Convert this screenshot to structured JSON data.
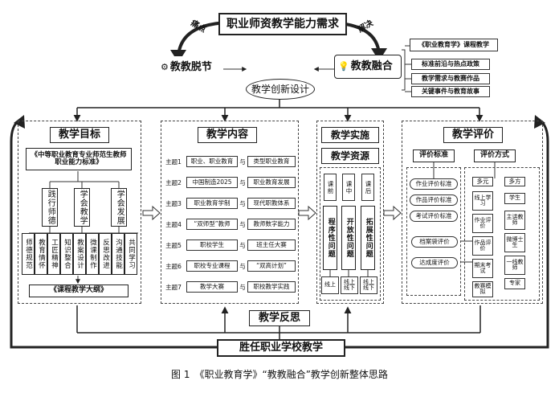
{
  "top": {
    "title": "职业师资教学能力需求",
    "left_arrow_label": "痛点",
    "right_arrow_label": "解决",
    "left_item": "教教脱节",
    "right_item": "教教融合",
    "center": "教学创新设计"
  },
  "right_list": [
    "《职业教育学》课程教学",
    "标准前沿与热点政策",
    "教学需求与教赛作品",
    "关键事件与教育故事"
  ],
  "goals": {
    "title": "教学目标",
    "standard": "《中等职业教育专业师范生教师职业能力标准》",
    "sub": [
      "践行师德",
      "学会教学",
      "学会发展"
    ],
    "leaves": [
      "师德规范",
      "教育情怀",
      "工匠精神",
      "知识整合",
      "教案设计",
      "微课制作",
      "反思改进",
      "沟通技能",
      "共同学习"
    ],
    "outline": "《课程教学大纲》"
  },
  "content": {
    "title": "教学内容",
    "rows": [
      {
        "theme": "主题1",
        "a": "职业、职业教育",
        "b": "类型职业教育"
      },
      {
        "theme": "主题2",
        "a": "中国制造2025",
        "b": "职业教育发展"
      },
      {
        "theme": "主题3",
        "a": "职业教育学制",
        "b": "现代职教体系"
      },
      {
        "theme": "主题4",
        "a": "“双师型”教师",
        "b": "教师数字能力"
      },
      {
        "theme": "主题5",
        "a": "职校学生",
        "b": "班主任大赛"
      },
      {
        "theme": "主题6",
        "a": "职校专业课程",
        "b": "“双高计划”"
      },
      {
        "theme": "主题7",
        "a": "教学大赛",
        "b": "职校教学实践"
      }
    ],
    "connector": "与"
  },
  "implementation": {
    "title": "教学实施",
    "resources": "教学资源",
    "phases": [
      "课前",
      "课中",
      "课后"
    ],
    "problems": [
      "程序性问题",
      "开放性问题",
      "拓展性问题"
    ],
    "modes": [
      "线上",
      "线上线下",
      "线上线下"
    ]
  },
  "evaluation": {
    "title": "教学评价",
    "criteria_title": "评价标准",
    "criteria": [
      "作业评价标准",
      "作品评价标准",
      "考试评价标准",
      "档案袋评价",
      "达成度评价"
    ],
    "methods_title": "评价方式",
    "col1_title": "多元",
    "col1": [
      "线上学习",
      "作业评价",
      "作品评价",
      "期末考试",
      "教赛模拟"
    ],
    "col2_title": "多方",
    "col2": [
      "学生",
      "主讲教师",
      "微博士生",
      "一线教师",
      "专家"
    ]
  },
  "reflection": "教学反思",
  "competent": "胜任职业学校教学",
  "caption": "图 1　《职业教育学》“教教融合”教学创新整体思路"
}
